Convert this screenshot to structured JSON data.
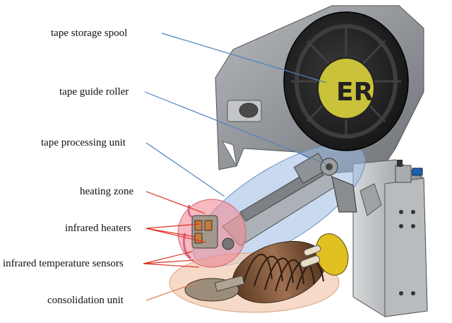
{
  "labels": {
    "tape_storage_spool": "tape storage spool",
    "tape_guide_roller": "tape guide roller",
    "tape_processing_unit": "tape processing unit",
    "heating_zone": "heating zone",
    "infrared_heaters": "infrared heaters",
    "infrared_temperature_sensors": "infrared temperature sensors",
    "consolidation_unit": "consolidation unit"
  },
  "logo_text": "ER",
  "colors": {
    "spool_lines": "#4f81bd",
    "heating_lines": "#e03020",
    "consolidation_line": "#d98050",
    "processing_zone_fill": "#9dbbe3",
    "heating_zone_fill": "#f08c96",
    "consolidation_zone_fill": "#f2c9ae",
    "spool_body": "#2b2b2b",
    "spool_hub": "#c9c23a",
    "plate": "#8c8f94"
  }
}
